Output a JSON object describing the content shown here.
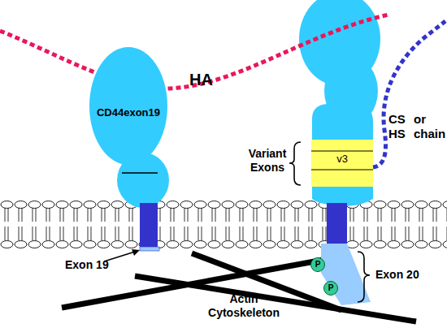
{
  "diagram": {
    "nodes": [
      {
        "text": [
          "CD44exon19"
        ]
      },
      {
        "text": [
          "v3"
        ]
      },
      {
        "text": [
          "P"
        ]
      },
      {
        "text": [
          "P"
        ]
      }
    ],
    "labels": [
      "HA",
      "CS or HS chain",
      "Variant Exons",
      "Exon 19",
      "Exon 20",
      "Actin Cytoskeleton"
    ]
  }
}
